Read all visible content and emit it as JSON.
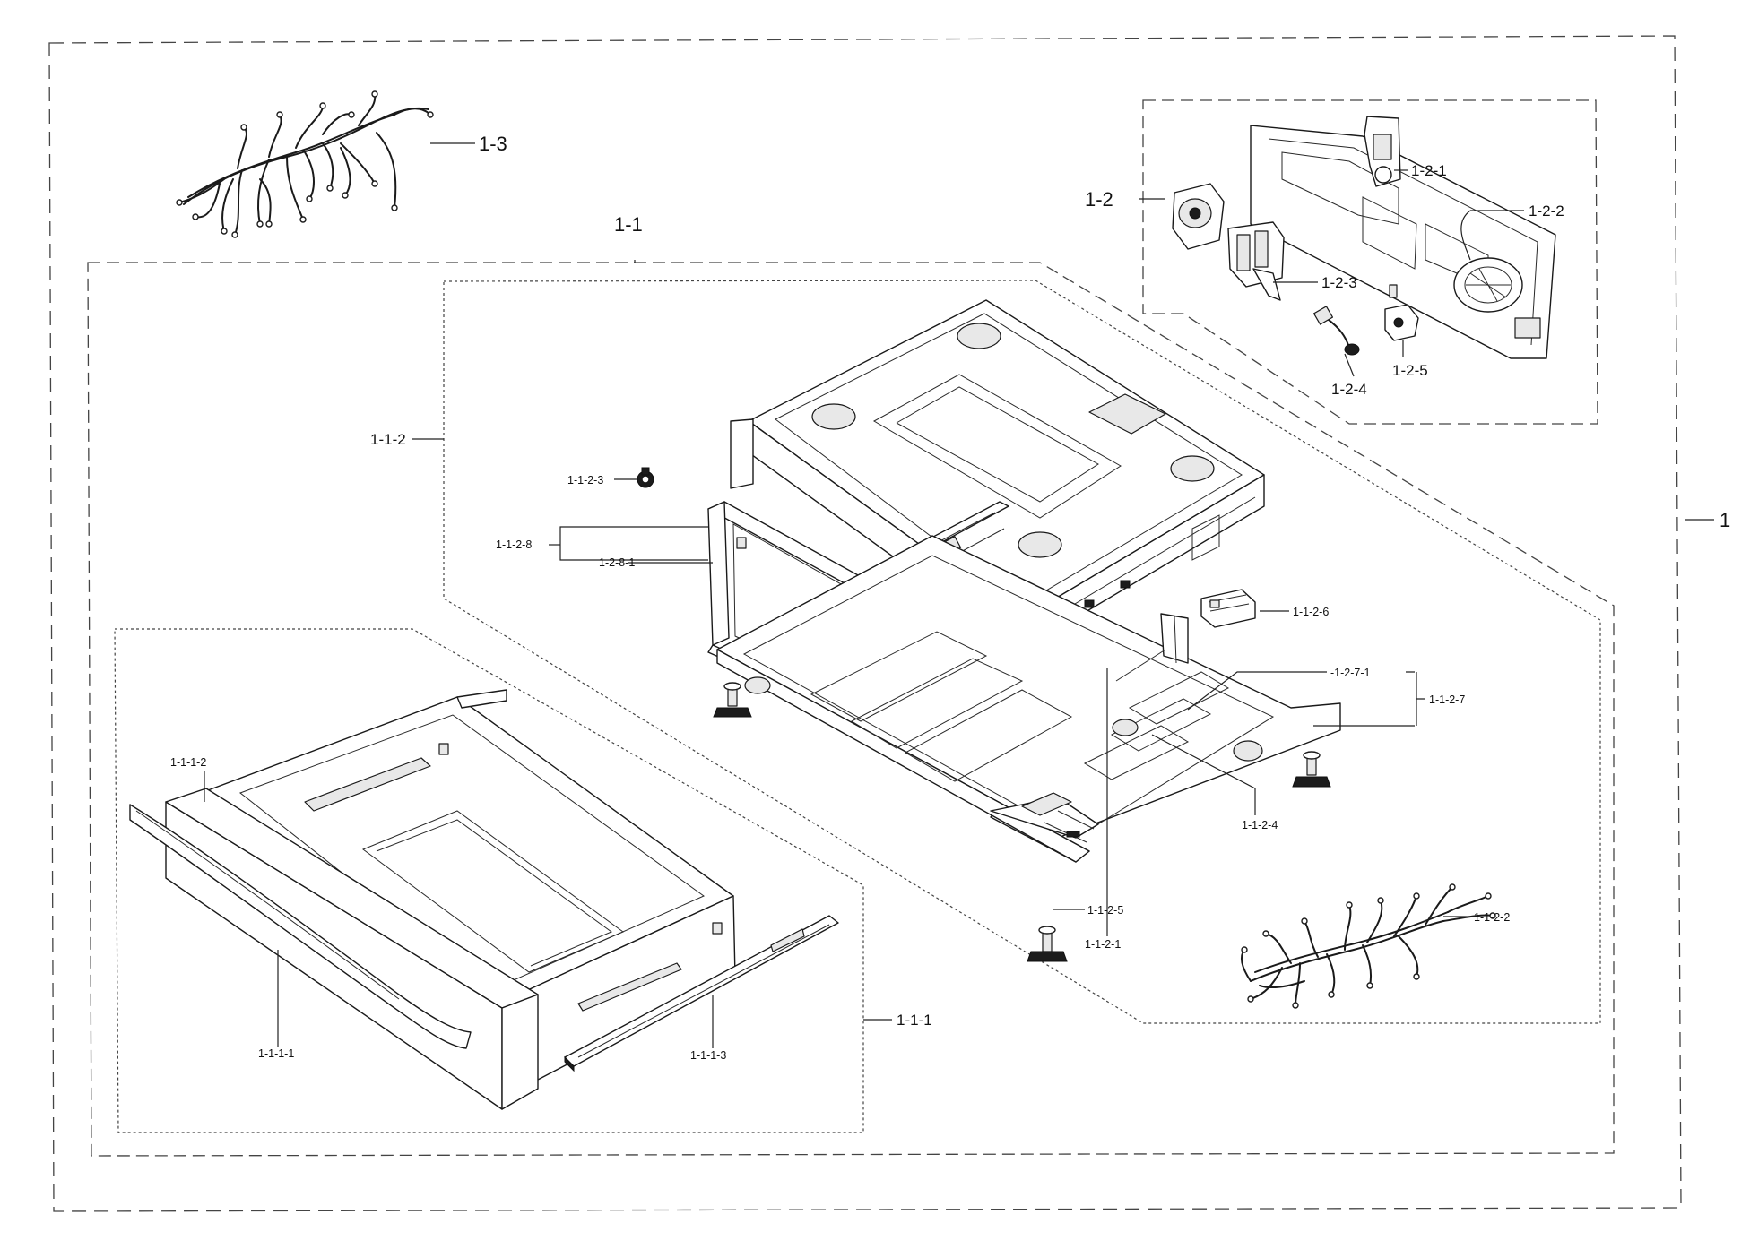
{
  "callouts": {
    "assembly": "1",
    "harness_1_3": "1-3",
    "panel_1_2": "1-2",
    "p_1_2_1": "1-2-1",
    "p_1_2_2": "1-2-2",
    "p_1_2_3": "1-2-3",
    "p_1_2_4": "1-2-4",
    "p_1_2_5": "1-2-5",
    "p_1_1": "1-1",
    "p_1_1_2": "1-1-2",
    "p_1_1_2_3": "1-1-2-3",
    "p_1_1_2_8": "1-1-2-8",
    "p_1_2_8_1": "1-2-8-1",
    "p_1_1_2_6": "1-1-2-6",
    "p_1_2_7_1": "-1-2-7-1",
    "p_1_1_2_7": "1-1-2-7",
    "p_1_1_2_4": "1-1-2-4",
    "p_1_1_2_1": "1-1-2-1",
    "p_1_1_2_5": "1-1-2-5",
    "p_1_1_2_2": "1-1-2-2",
    "p_1_1_1": "1-1-1",
    "p_1_1_1_1": "1-1-1-1",
    "p_1_1_1_2": "1-1-1-2",
    "p_1_1_1_3": "1-1-1-3"
  }
}
